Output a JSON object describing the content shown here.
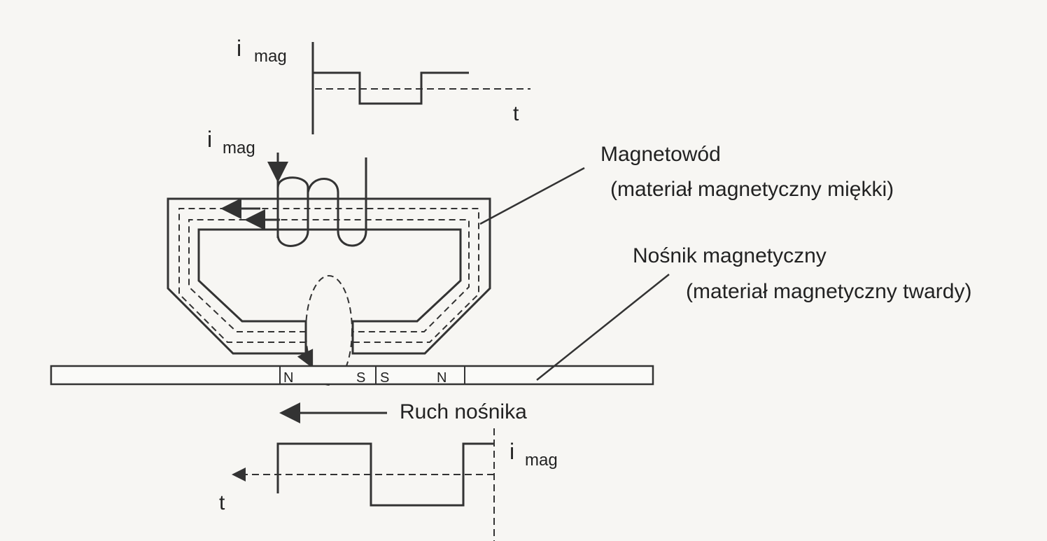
{
  "top_graph": {
    "axis_symbol": "i",
    "axis_subscript": "mag",
    "time_label": "t"
  },
  "coil": {
    "current_symbol": "i",
    "current_subscript": "mag"
  },
  "core_label": {
    "title": "Magnetowód",
    "subtitle": "(materiał magnetyczny miękki)"
  },
  "medium_label": {
    "title": "Nośnik magnetyczny",
    "subtitle": "(materiał magnetyczny twardy)"
  },
  "poles": [
    "N",
    "S",
    "S",
    "N"
  ],
  "motion_label": "Ruch nośnika",
  "bottom_graph": {
    "axis_symbol": "i",
    "axis_subscript": "mag",
    "time_label": "t"
  }
}
